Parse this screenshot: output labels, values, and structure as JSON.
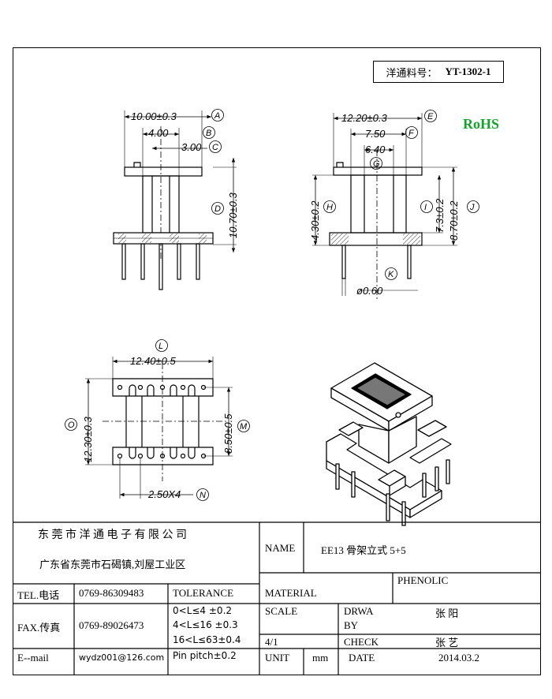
{
  "part_number": {
    "label": "洋通料号：",
    "value": "YT-1302-1"
  },
  "rohs": "RoHS",
  "dims": {
    "A": "A",
    "B": "B",
    "C": "C",
    "D": "D",
    "E": "E",
    "F": "F",
    "G": "G",
    "H": "H",
    "I": "I",
    "J": "J",
    "K": "K",
    "L": "L",
    "M": "M",
    "N": "N",
    "O": "O",
    "a": "10.00±0.3",
    "b": "4.00",
    "c": "3.00",
    "d": "10.70±0.3",
    "e": "12.20±0.3",
    "f": "7.50",
    "g": "6.40",
    "h": "4.30±0.2",
    "i": "7.3±0.2",
    "j": "8.70±0.2",
    "k": "ø0.60",
    "l": "12.40±0.5",
    "m": "8.50±0.5",
    "n": "2.50X4",
    "o": "12.30±0.3"
  },
  "title_block": {
    "company": "东 莞 市 洋 通 电 子 有 限 公 司",
    "address": "广东省东莞市石碣镇,刘屋工业区",
    "name_label": "NAME",
    "name_value": "EE13 骨架立式 5+5",
    "tel_label": "TEL.电话",
    "tel_value": "0769-86309483",
    "fax_label": "FAX.传真",
    "fax_value": "0769-89026473",
    "email_label": "E--mail",
    "email_value": "wydz001@126.com",
    "tolerance_label": "TOLERANCE",
    "tol1": "0<L≤4   ±0.2",
    "tol2": "4<L≤16  ±0.3",
    "tol3": "16<L≤63±0.4",
    "tol4": "Pin pitch±0.2",
    "material_label": "MATERIAL",
    "material_value": "PHENOLIC",
    "scale_label": "SCALE",
    "scale_value": "4/1",
    "drwa_label": "DRWA",
    "by_label": "BY",
    "drawn_by": "张 阳",
    "check_label": "CHECK",
    "checked_by": "张 艺",
    "unit_label": "UNIT",
    "unit_value": "mm",
    "date_label": "DATE",
    "date_value": "2014.03.2"
  }
}
